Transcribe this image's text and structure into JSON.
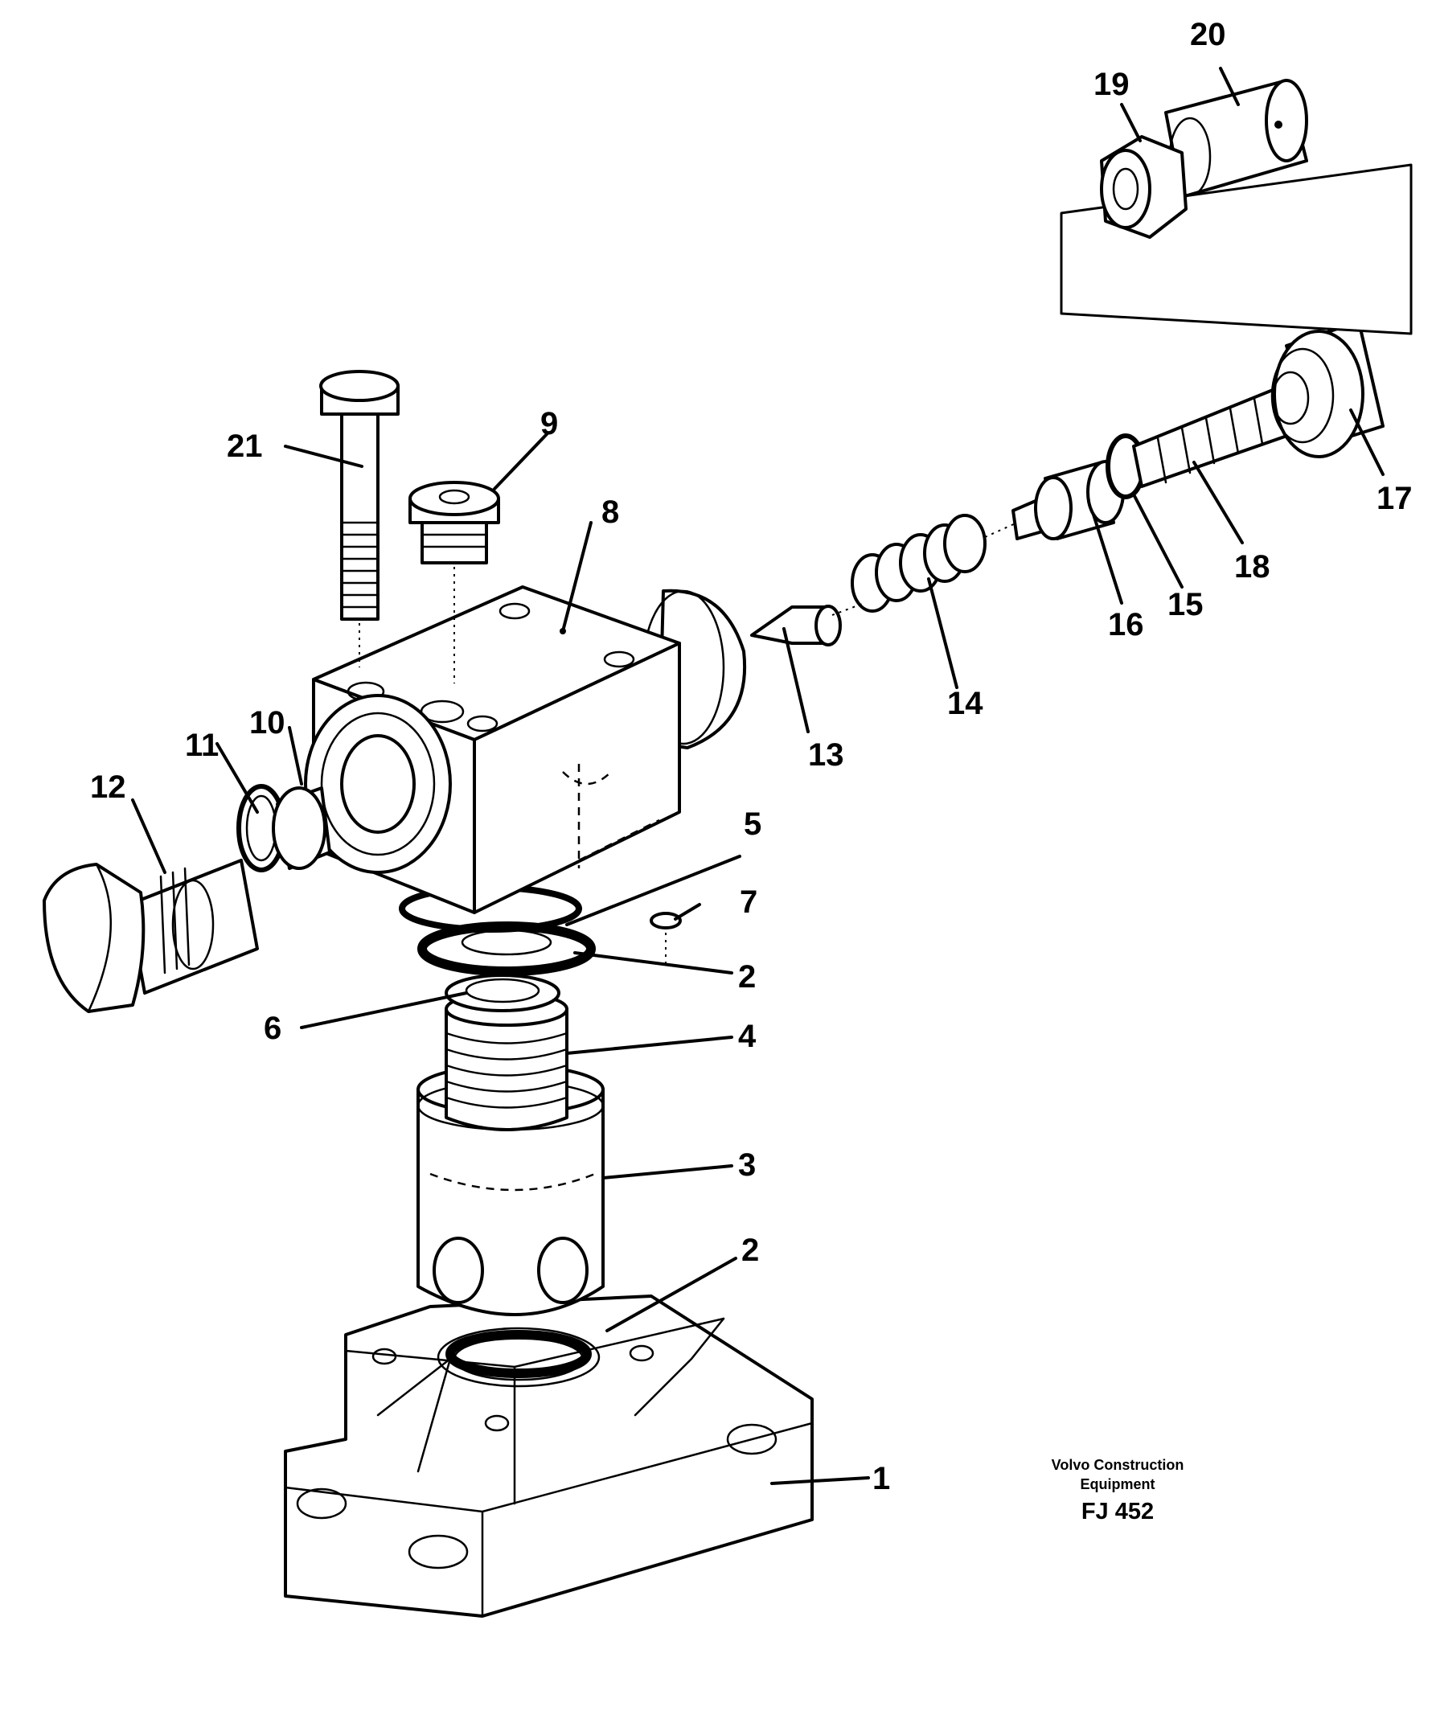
{
  "labels": {
    "p1": "1",
    "p2a": "2",
    "p2b": "2",
    "p3": "3",
    "p4": "4",
    "p5": "5",
    "p6": "6",
    "p7": "7",
    "p8": "8",
    "p9": "9",
    "p10": "10",
    "p11": "11",
    "p12": "12",
    "p13": "13",
    "p14": "14",
    "p15": "15",
    "p16": "16",
    "p17": "17",
    "p18": "18",
    "p19": "19",
    "p20": "20",
    "p21": "21"
  },
  "credit": {
    "line1": "Volvo Construction",
    "line2": "Equipment",
    "code": "FJ 452"
  }
}
